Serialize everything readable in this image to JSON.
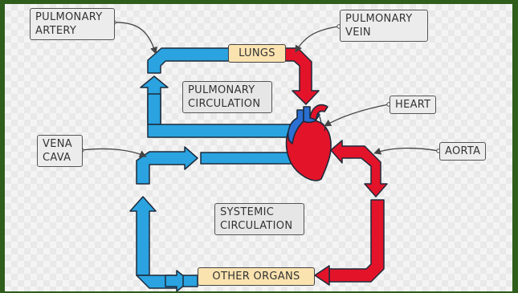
{
  "labels": {
    "pulmonary_artery": [
      "PULMONARY",
      "ARTERY"
    ],
    "pulmonary_vein": [
      "PULMONARY",
      "VEIN"
    ],
    "vena_cava": [
      "VENA",
      "CAVA"
    ],
    "heart": "HEART",
    "aorta": "AORTA",
    "lungs": "LUNGS",
    "other_organs": "OTHER ORGANS",
    "pulmonary_circulation": [
      "PULMONARY",
      "CIRCULATION"
    ],
    "systemic_circulation": [
      "SYSTEMIC",
      "CIRCULATION"
    ]
  },
  "colors": {
    "oxygenated": "#e3132a",
    "deoxygenated": "#2aa3e0",
    "outline": "#1d2a3a",
    "organ_box": "#fbe3b0",
    "label_box": "#e8e8e8"
  }
}
